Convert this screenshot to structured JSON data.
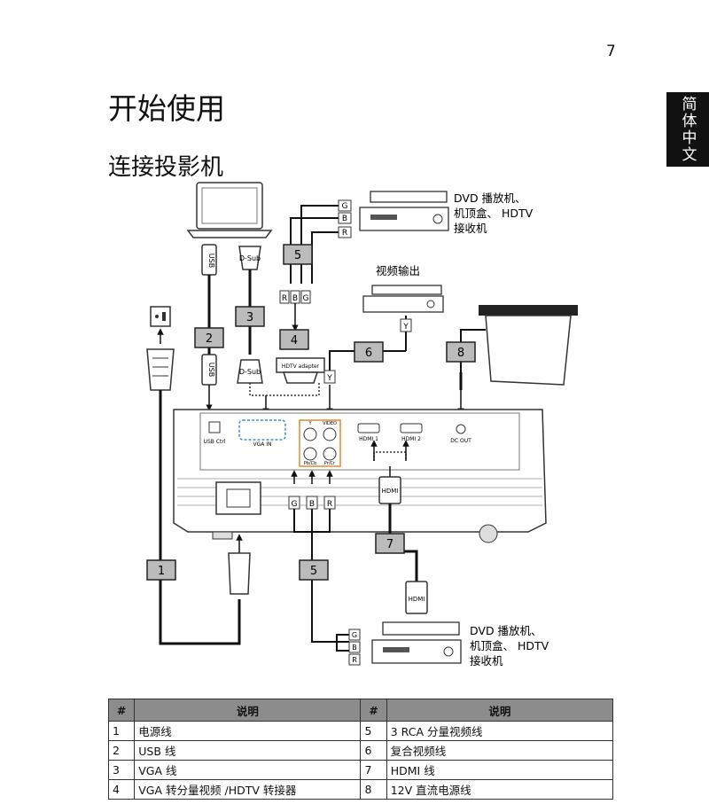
{
  "page_number": "7",
  "side_tab": "简体中文",
  "heading": "开始使用",
  "subheading": "连接投影机",
  "diagram": {
    "dvd_top": [
      "DVD 播放机、",
      "机顶盒、 HDTV",
      "接收机"
    ],
    "video_output": "视频输出",
    "dvd_bottom": [
      "DVD 播放机、",
      "机顶盒、 HDTV",
      "接收机"
    ],
    "usb_label": "USB",
    "dsub_label": "D-Sub",
    "hdtv_adapter": "HDTV adapter",
    "hdmi_label": "HDMI",
    "ports": {
      "usb": "USB Ctrl",
      "vga": "VGA IN",
      "hdmi1": "HDMI 1",
      "hdmi2": "HDMI 2",
      "dc_out": "DC OUT",
      "y": "Y",
      "video": "VIDEO",
      "pb": "Pb/Cb",
      "pr": "Pr/Cr"
    },
    "rgb": [
      "R",
      "B",
      "G"
    ],
    "gbr": [
      "G",
      "B",
      "R"
    ],
    "y_plug": "Y",
    "numbers": [
      "1",
      "2",
      "3",
      "4",
      "5",
      "6",
      "7",
      "8"
    ]
  },
  "legend": {
    "headers": [
      "#",
      "说明",
      "#",
      "说明"
    ],
    "rows": [
      [
        "1",
        "电源线",
        "5",
        "3 RCA 分量视频线"
      ],
      [
        "2",
        "USB 线",
        "6",
        "复合视频线"
      ],
      [
        "3",
        "VGA 线",
        "7",
        "HDMI 线"
      ],
      [
        "4",
        "VGA 转分量视频 /HDTV 转接器",
        "8",
        "12V 直流电源线"
      ]
    ]
  }
}
